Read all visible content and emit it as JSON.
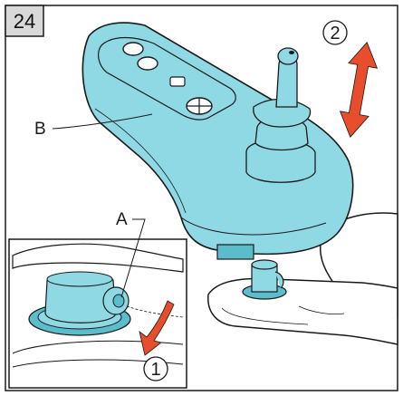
{
  "figure": {
    "number": "24",
    "callouts": {
      "a": "A",
      "b": "B"
    },
    "steps": {
      "one": "1",
      "two": "2"
    }
  },
  "colors": {
    "accent": "#8ed9e4",
    "accent_dark": "#5bbccc",
    "arrow": "#e84d2c",
    "badge": "#d9d9d9",
    "line": "#1a1a1a"
  }
}
